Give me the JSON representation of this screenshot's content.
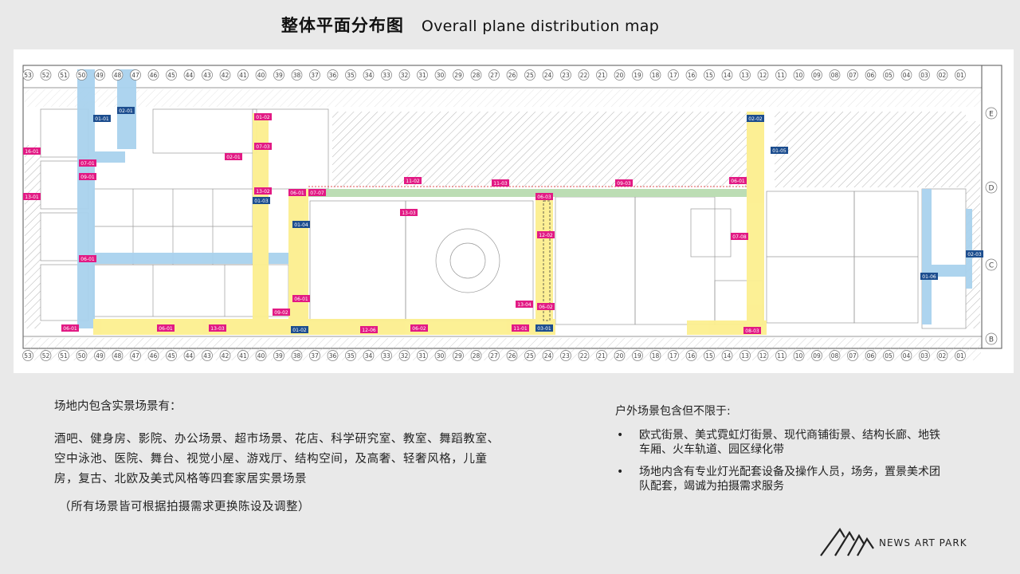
{
  "title": {
    "zh": "整体平面分布图",
    "en": "Overall plane distribution map"
  },
  "plan": {
    "colors": {
      "path_blue": "#a9d2ee",
      "path_yellow": "#fcef8f",
      "path_green": "#b9dcb0",
      "tag_magenta": "#e21a84",
      "tag_navy": "#1d4e8f"
    },
    "top_axis_labels": [
      "53",
      "52",
      "51",
      "50",
      "49",
      "48",
      "47",
      "46",
      "45",
      "44",
      "43",
      "42",
      "41",
      "40",
      "39",
      "38",
      "37",
      "36",
      "35",
      "34",
      "33",
      "32",
      "31",
      "30",
      "29",
      "28",
      "27",
      "26",
      "25",
      "24",
      "23",
      "22",
      "21",
      "20",
      "19",
      "18",
      "17",
      "16",
      "15",
      "14",
      "13",
      "12",
      "11",
      "10",
      "09",
      "08",
      "07",
      "06",
      "05",
      "04",
      "03",
      "02",
      "01"
    ],
    "bottom_axis_labels": [
      "53",
      "52",
      "51",
      "50",
      "49",
      "48",
      "47",
      "46",
      "45",
      "44",
      "43",
      "42",
      "41",
      "40",
      "39",
      "38",
      "37",
      "36",
      "35",
      "34",
      "33",
      "32",
      "31",
      "30",
      "29",
      "28",
      "27",
      "26",
      "25",
      "24",
      "23",
      "22",
      "21",
      "20",
      "19",
      "18",
      "17",
      "16",
      "15",
      "14",
      "13",
      "12",
      "11",
      "10",
      "09",
      "08",
      "07",
      "06",
      "05",
      "04",
      "03",
      "02",
      "01"
    ],
    "side_axis_labels": [
      "E",
      "D",
      "C",
      "B"
    ],
    "tags_magenta": [
      "16-01",
      "13-01",
      "09-01",
      "07-01",
      "06-01",
      "01-02",
      "07-03",
      "02-01",
      "13-02",
      "06-01",
      "07-07",
      "06-03",
      "13-03",
      "12-02",
      "13-04",
      "06-02",
      "07-08",
      "08-03",
      "09-02",
      "06-01",
      "06-01",
      "06-01",
      "13-03",
      "12-06",
      "06-02",
      "11-01",
      "11-02",
      "11-03",
      "09-03",
      "06-01"
    ],
    "tags_navy": [
      "01-01",
      "02-01",
      "01-03",
      "01-04",
      "01-02",
      "03-01",
      "01-05",
      "01-06",
      "02-03",
      "02-02"
    ]
  },
  "left": {
    "heading": "场地内包含实景场景有：",
    "line1": "酒吧、健身房、影院、办公场景、超市场景、花店、科学研究室、教室、舞蹈教室、",
    "line2": "空中泳池、医院、舞台、视觉小屋、游戏厅、结构空间，及高奢、轻奢风格，儿童",
    "line3": "房，复古、北欧及美式风格等四套家居实景场景",
    "note": "（所有场景皆可根据拍摄需求更换陈设及调整）"
  },
  "right": {
    "heading": "户外场景包含但不限于:",
    "bullet": "•",
    "item1_line1": "欧式街景、美式霓虹灯街景、现代商铺街景、结构长廊、地铁",
    "item1_line2": "车厢、火车轨道、园区绿化带",
    "item2_line1": "场地内含有专业灯光配套设备及操作人员，场务，置景美术团",
    "item2_line2": "队配套，竭诚为拍摄需求服务"
  },
  "logo": {
    "text": "NEWS ART PARK",
    "icon": "mountain-lines-logo-icon"
  }
}
